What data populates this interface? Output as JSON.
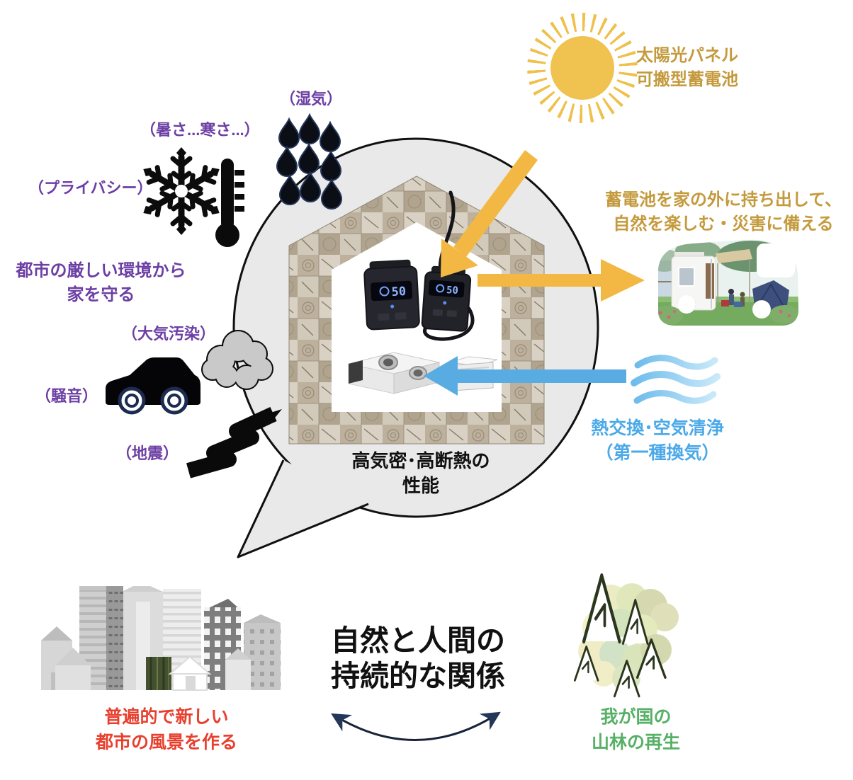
{
  "colors": {
    "purple": "#6C3FA4",
    "gold_text": "#C49A3D",
    "gold_arrow": "#F2B843",
    "sun": "#F0C351",
    "blue_arrow": "#59ACE2",
    "blue_text": "#4BA9E8",
    "red": "#E8402F",
    "green": "#56B065",
    "black": "#111111",
    "bubble_fill": "#E9E9E9"
  },
  "solar": {
    "label": "太陽光パネル\n可搬型蓄電池"
  },
  "stressors": {
    "humidity": "（湿気）",
    "heat_cold": "（暑さ...寒さ...）",
    "privacy": "（プライバシー）",
    "protect": "都市の厳しい環境から\n家を守る",
    "air_pollution": "（大気汚染）",
    "noise": "（騒音）",
    "earthquake": "（地震）"
  },
  "house": {
    "performance": "高気密･高断熱の\n性能",
    "battery_display": "50"
  },
  "outing": {
    "label": "蓄電池を家の外に持ち出して、\n自然を楽しむ・災害に備える"
  },
  "ventilation": {
    "label": "熱交換･空気清浄\n（第一種換気）"
  },
  "bottom": {
    "city_label": "普遍的で新しい\n都市の風景を作る",
    "main_title": "自然と人間の\n持続的な関係",
    "forest_label": "我が国の\n山林の再生"
  }
}
